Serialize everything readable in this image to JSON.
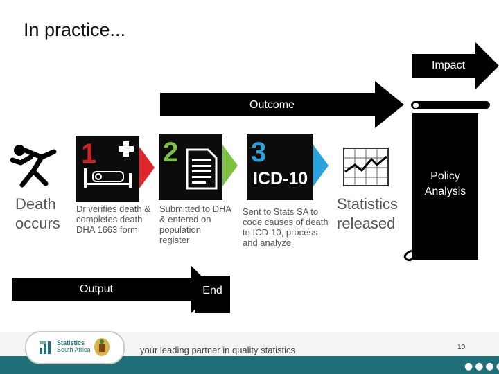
{
  "title": "In practice...",
  "arrows": {
    "impact": "Impact",
    "outcome": "Outcome",
    "output": "Output",
    "end": "End",
    "policy": [
      "Policy",
      "Analysis"
    ]
  },
  "start": {
    "label_line1": "Death",
    "label_line2": "occurs"
  },
  "steps": [
    {
      "number": "1",
      "number_color": "#d0201f",
      "chevron_color": "#e0262b",
      "caption": [
        "Dr verifies death &",
        "completes death",
        "DHA 1663 form"
      ]
    },
    {
      "number": "2",
      "number_color": "#7cc142",
      "chevron_color": "#7cc142",
      "caption": [
        "Submitted to DHA",
        "& entered on",
        "population",
        "register"
      ]
    },
    {
      "number": "3",
      "number_color": "#29a3dd",
      "chevron_color": "#29a3dd",
      "badge": "ICD-10",
      "caption": [
        "Sent to Stats SA to",
        "code causes of death",
        "to ICD-10, process",
        "and analyze"
      ]
    }
  ],
  "result": {
    "label_line1": "Statistics",
    "label_line2": "released"
  },
  "footer": {
    "logo_line1": "Statistics",
    "logo_line2": "South Africa",
    "tagline": "your leading partner in quality statistics",
    "page_number": "10"
  },
  "colors": {
    "footer_bar": "#1e6f78",
    "arrow": "#000000"
  }
}
